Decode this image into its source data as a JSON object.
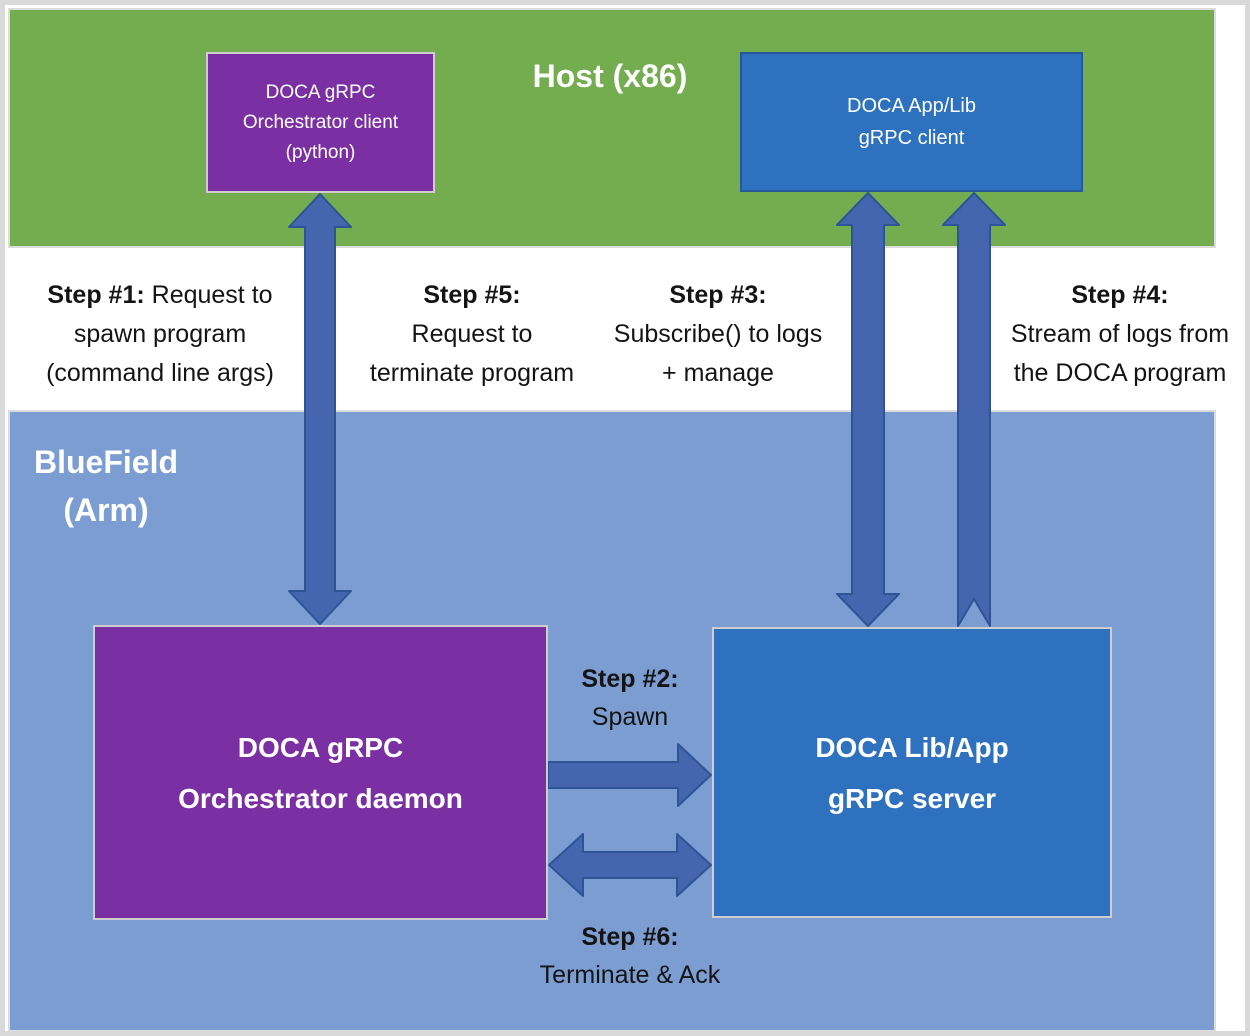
{
  "colors": {
    "host_band_green": "#74AC50",
    "bluefield_band_blue": "#7C9DD1",
    "purple_box": "#7A2FA3",
    "blue_box": "#2E71BE",
    "arrow_fill": "#4565AE",
    "arrow_border": "#2F5496",
    "frame_gray": "#D9D9D9",
    "text_light": "#FFFFFF",
    "text_dark": "#141414"
  },
  "host_band": {
    "title": "Host (x86)"
  },
  "bluefield_band": {
    "title_line1": "BlueField",
    "title_line2": "(Arm)"
  },
  "boxes": {
    "orchestrator_client": {
      "line1": "DOCA gRPC",
      "line2": "Orchestrator client",
      "line3": "(python)"
    },
    "grpc_client": {
      "line1": "DOCA App/Lib",
      "line2": "gRPC client"
    },
    "orchestrator_daemon": {
      "line1": "DOCA gRPC",
      "line2": "Orchestrator daemon"
    },
    "grpc_server": {
      "line1": "DOCA Lib/App",
      "line2": "gRPC server"
    }
  },
  "steps": {
    "step1": {
      "heading": "Step #1:",
      "inline_rest": "Request to",
      "line2": "spawn program",
      "line3": "(command line args)"
    },
    "step2": {
      "heading": "Step #2:",
      "line2": "Spawn"
    },
    "step3": {
      "heading": "Step #3:",
      "line2": "Subscribe() to logs",
      "line3": "+ manage"
    },
    "step4": {
      "heading": "Step #4:",
      "line2": "Stream of logs from",
      "line3": "the DOCA program"
    },
    "step5": {
      "heading": "Step #5:",
      "line2": "Request to",
      "line3": "terminate program"
    },
    "step6": {
      "heading": "Step #6:",
      "line2": "Terminate & Ack"
    }
  }
}
